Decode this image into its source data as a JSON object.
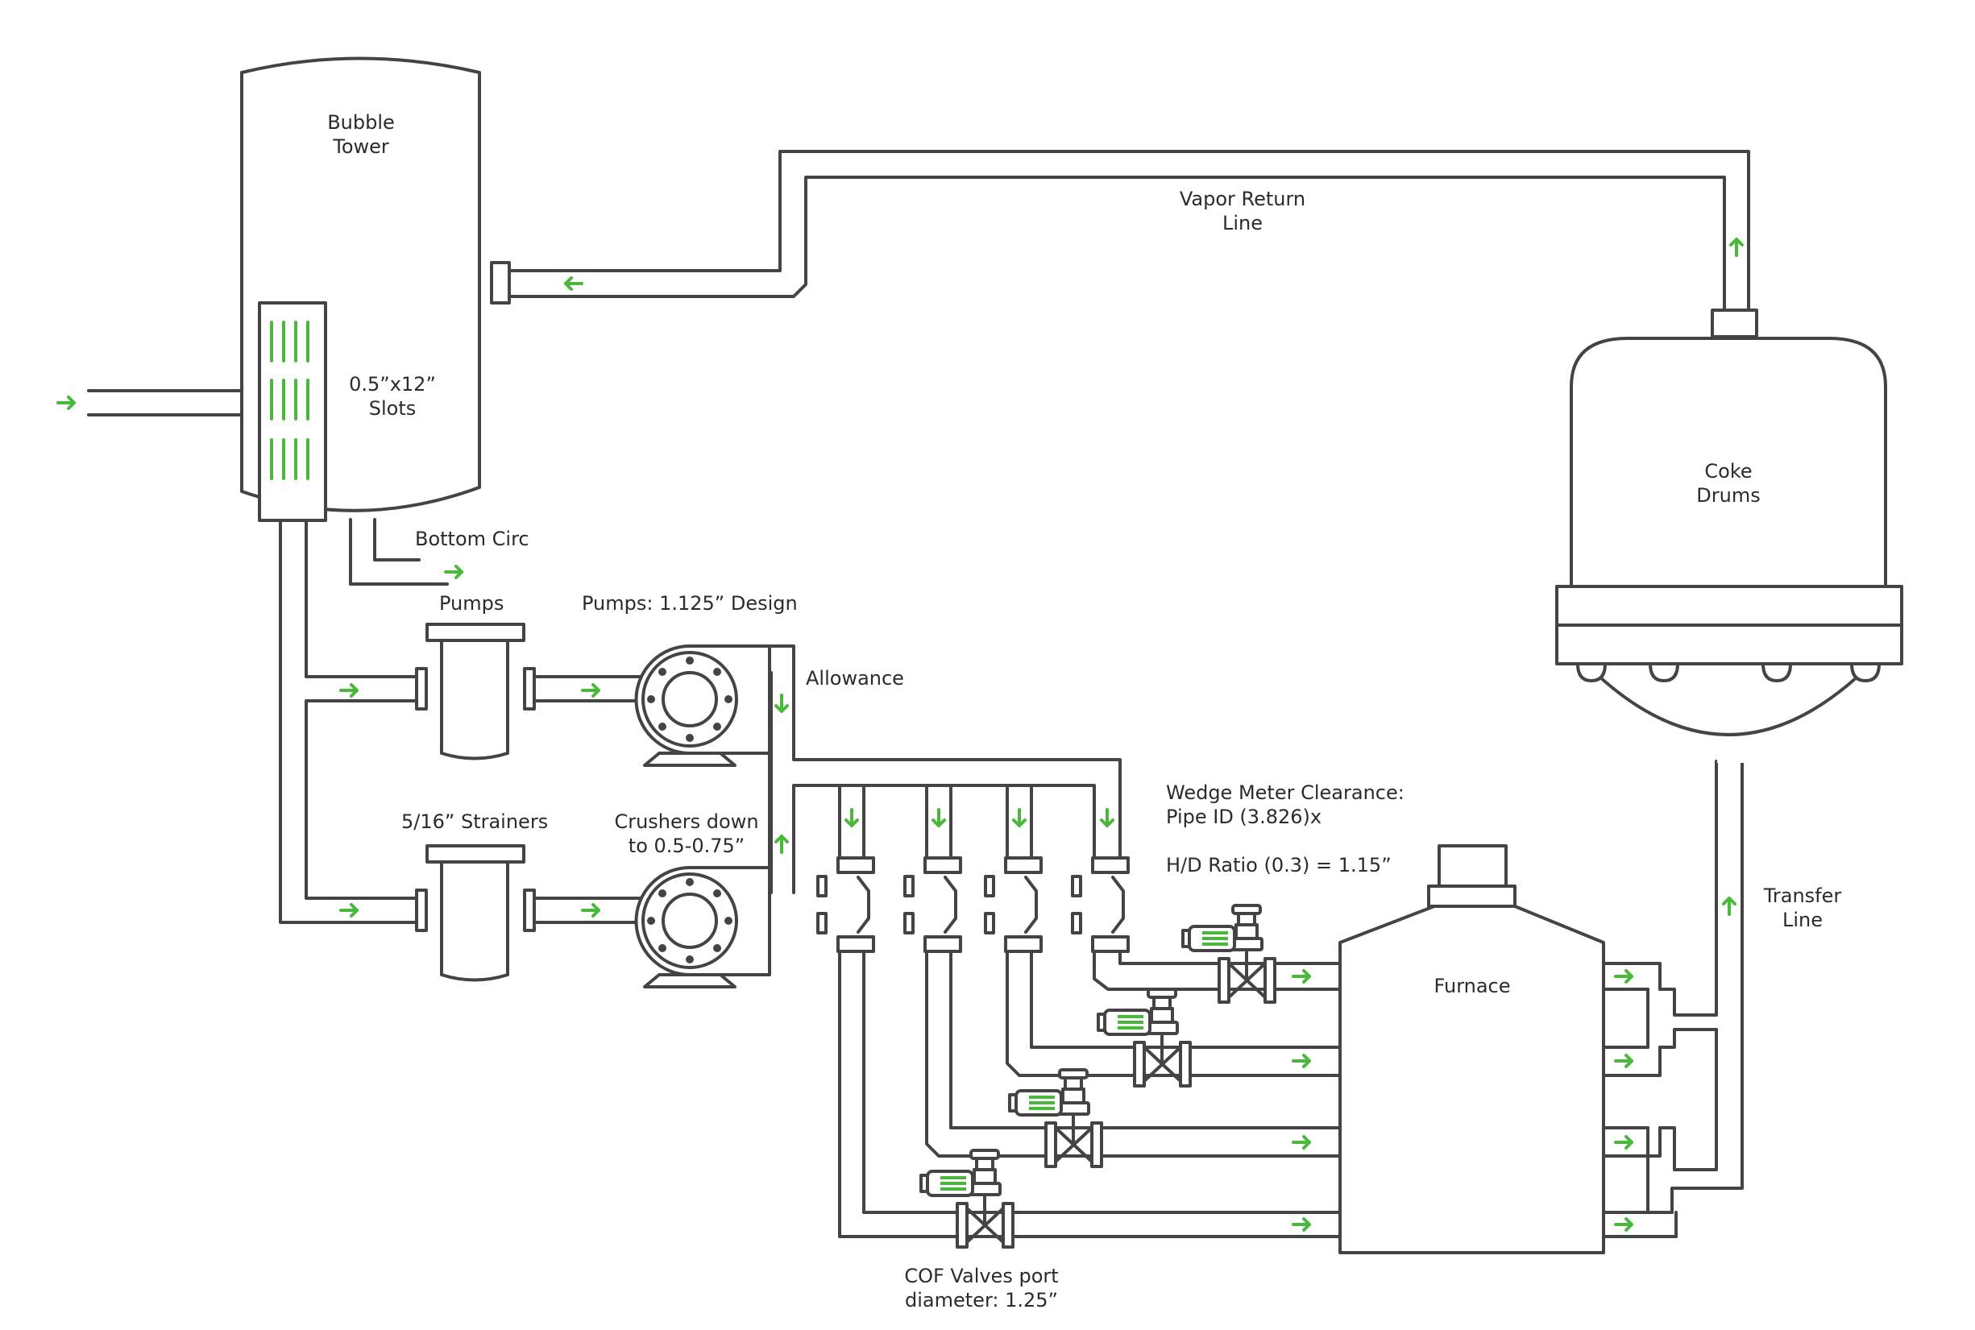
{
  "labels": {
    "bubble_tower": [
      "Bubble",
      "Tower"
    ],
    "slots": [
      "0.5”x12”",
      "Slots"
    ],
    "vapor_return": [
      "Vapor Return",
      "Line"
    ],
    "coke_drums": [
      "Coke",
      "Drums"
    ],
    "bottom_circ": "Bottom Circ",
    "pumps": "Pumps",
    "pumps_design": "Pumps: 1.125” Design",
    "allowance": "Allowance",
    "strainers": "5/16” Strainers",
    "crushers": [
      "Crushers down",
      "to 0.5-0.75”"
    ],
    "wedge_meter": [
      "Wedge Meter Clearance:",
      "Pipe ID (3.826)x",
      "H/D Ratio (0.3) = 1.15”"
    ],
    "transfer_line": [
      "Transfer",
      "Line"
    ],
    "furnace": "Furnace",
    "cof_valves": [
      "COF Valves port",
      "diameter: 1.25”"
    ]
  },
  "colors": {
    "line": "#444444",
    "flow_arrow": "#49b83b",
    "background": "#ffffff"
  },
  "icons": {
    "flow_direction": "arrow-icon",
    "valve": "gate-valve-icon",
    "actuator": "valve-actuator-icon",
    "pump": "pump-icon",
    "strainer": "strainer-icon",
    "wedge_meter": "wedge-meter-icon"
  }
}
